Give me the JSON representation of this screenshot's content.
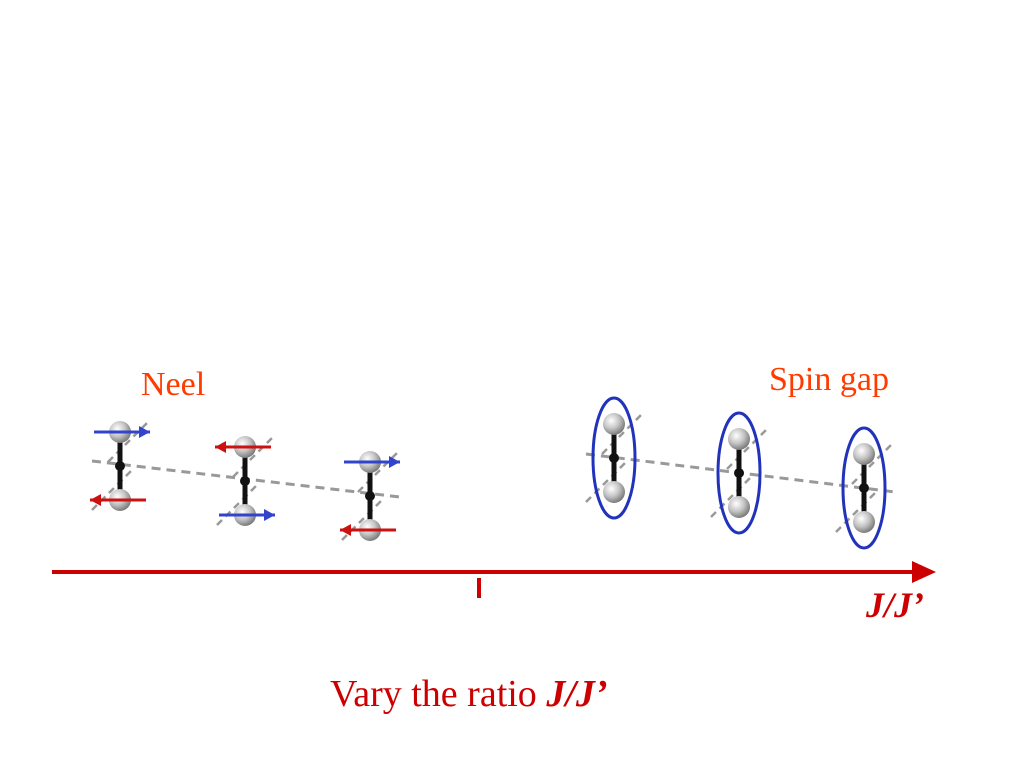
{
  "colors": {
    "neel_label": "#ff3b00",
    "spin_gap_label": "#ff3b00",
    "axis": "#cc0000",
    "caption": "#cc0000",
    "arrow_blue": "#3344cc",
    "arrow_red": "#cc1111",
    "ellipse": "#2233bb",
    "bond": "#111111",
    "chain": "#999999",
    "atom": "#b5b5b5"
  },
  "labels": {
    "neel": "Neel",
    "spin_gap": "Spin gap",
    "axis": "J/J’"
  },
  "caption": {
    "prefix": "Vary the ratio ",
    "emphasis": "J/J’"
  },
  "neel_dimers": [
    {
      "top_spin": "right",
      "top_color": "blue",
      "bottom_spin": "left",
      "bottom_color": "red"
    },
    {
      "top_spin": "left",
      "top_color": "red",
      "bottom_spin": "right",
      "bottom_color": "blue"
    },
    {
      "top_spin": "right",
      "top_color": "blue",
      "bottom_spin": "left",
      "bottom_color": "red"
    }
  ],
  "singlet_dimers": [
    {
      "encircled": true
    },
    {
      "encircled": true
    },
    {
      "encircled": true
    }
  ],
  "axis": {
    "tick_count": 1,
    "arrow": "right"
  }
}
